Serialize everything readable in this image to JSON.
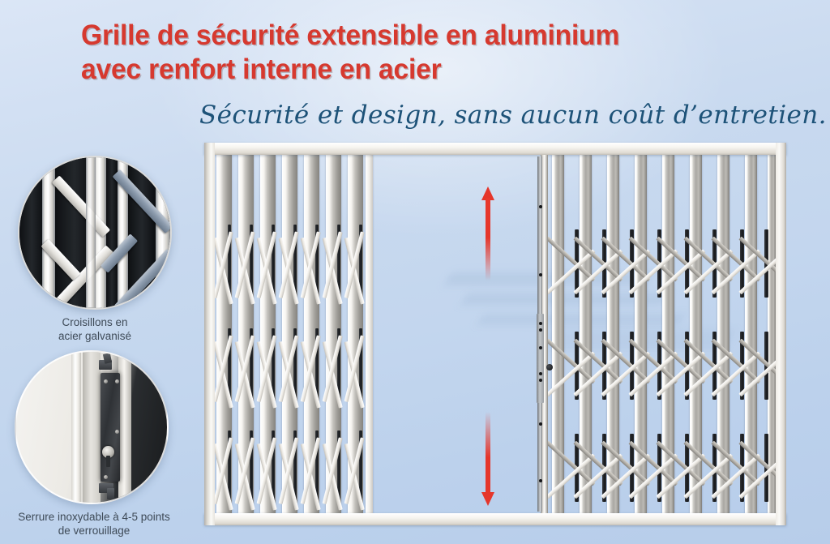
{
  "poster": {
    "headline": "Grille de sécurité extensible en aluminium\navec renfort interne en acier",
    "subheadline": "Sécurité et design, sans aucun coût d’entretien.",
    "colors": {
      "headline_red": "#d6392f",
      "subheadline_blue": "#1d5278",
      "background_blue": "#c8d9ef",
      "arrow_red": "#e5362b",
      "caption_gray": "#3e4a57"
    }
  },
  "details": [
    {
      "id": "croisillons",
      "caption": "Croisillons en\nacier galvanisé",
      "image_alt": "close-up of galvanised steel cross braces"
    },
    {
      "id": "serrure",
      "caption": "Serrure inoxydable à 4-5 points\nde verrouillage",
      "image_alt": "close-up of stainless multi-point lock"
    }
  ],
  "gate": {
    "alt": "Extensible aluminium security grille, left panel folded, right panel extended",
    "left_panel": {
      "bays": 7,
      "state": "folded"
    },
    "right_panel": {
      "bays": 8,
      "state": "extended"
    },
    "brace_rows": 3,
    "lock_post": {
      "bolt_points": 5
    },
    "arrows": [
      {
        "id": "arrow-up",
        "direction": "up"
      },
      {
        "id": "arrow-down",
        "direction": "down"
      }
    ]
  }
}
